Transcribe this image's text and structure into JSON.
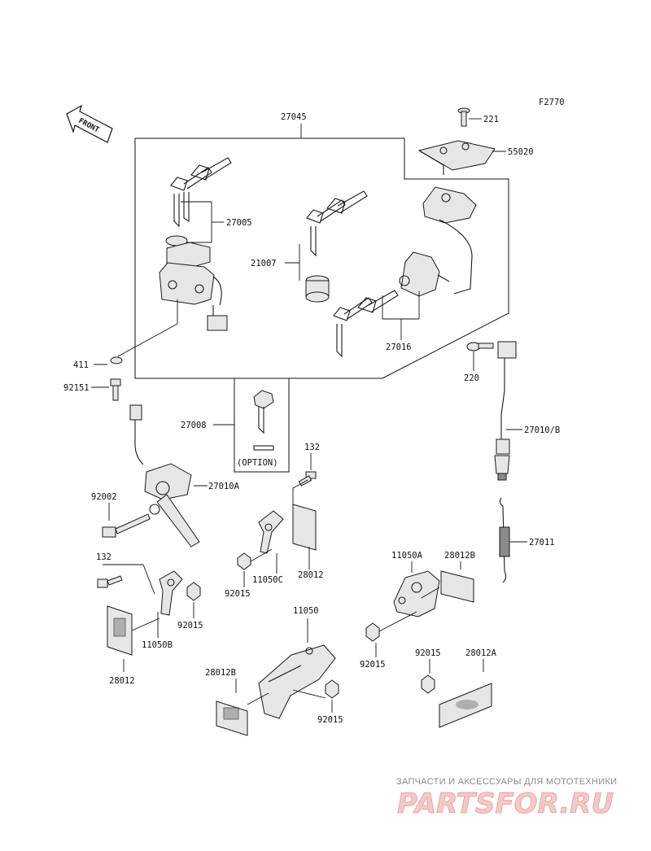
{
  "diagram": {
    "code": "F2770",
    "direction": "FRONT",
    "parts": {
      "p27045": "27045",
      "p221": "221",
      "p55020": "55020",
      "p27005": "27005",
      "p21007": "21007",
      "p27016": "27016",
      "p411": "411",
      "p92151": "92151",
      "p220": "220",
      "p27008": "27008",
      "option": "(OPTION)",
      "p132a": "132",
      "p27010b": "27010/B",
      "p92002": "92002",
      "p27010a": "27010A",
      "p27011": "27011",
      "p132b": "132",
      "p11050c": "11050C",
      "p28012a": "28012",
      "p92015a": "92015",
      "p11050a": "11050A",
      "p28012b": "28012B",
      "p92015b": "92015",
      "p11050b": "11050B",
      "p28012c": "28012",
      "p11050": "11050",
      "p28012b2": "28012B",
      "p92015c": "92015",
      "p92015d": "92015",
      "p28012a2": "28012A",
      "p92015e": "92015"
    }
  },
  "watermark": {
    "subtitle": "ЗАПЧАСТИ И АКСЕССУАРЫ ДЛЯ МОТОТЕХНИКИ",
    "brand": "PARTSFOR.RU"
  }
}
